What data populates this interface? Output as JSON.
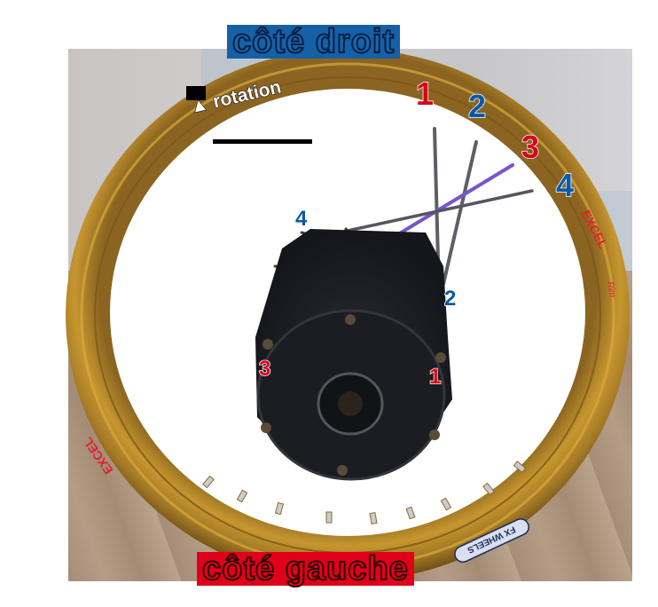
{
  "labels": {
    "top_side": "côté droit",
    "bottom_side": "côté gauche",
    "rotation": "▲ rotation"
  },
  "rim_numbers": [
    {
      "value": "1",
      "color": "red",
      "position": "rim-top"
    },
    {
      "value": "2",
      "color": "blue",
      "position": "rim-top-right"
    },
    {
      "value": "3",
      "color": "red",
      "position": "rim-right-upper"
    },
    {
      "value": "4",
      "color": "blue",
      "position": "rim-right"
    }
  ],
  "hub_numbers": [
    {
      "value": "4",
      "color": "blue",
      "position": "hub-top-left"
    },
    {
      "value": "2",
      "color": "blue",
      "position": "hub-right-upper"
    },
    {
      "value": "3",
      "color": "red",
      "position": "hub-left"
    },
    {
      "value": "1",
      "color": "red",
      "position": "hub-right-lower"
    }
  ],
  "rim_branding": {
    "brand": "EXCEL",
    "script": "Rim",
    "sticker": "FX WHEELS"
  },
  "colors": {
    "red_label": "#e0001a",
    "blue_label": "#1660a8",
    "rim_gold": "#b8892c"
  }
}
